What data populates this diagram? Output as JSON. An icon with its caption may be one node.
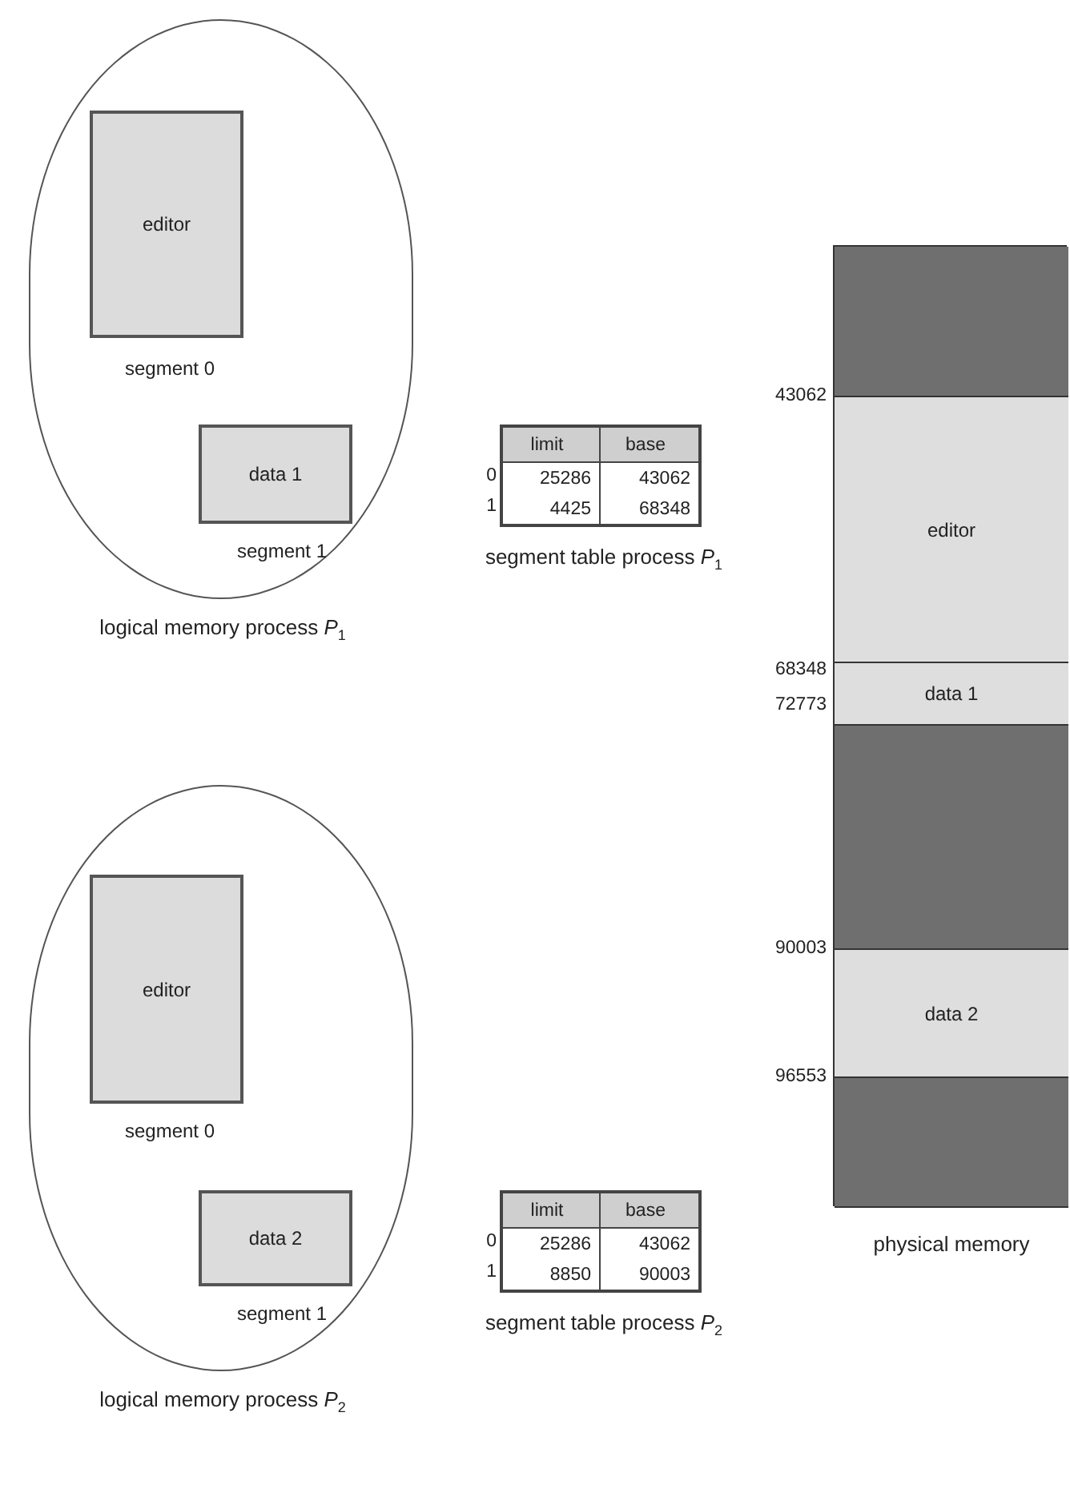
{
  "diagram": {
    "nodes": [
      {
        "text": [
          "logical memory process *P*$_{1}$"
        ]
      },
      {
        "text": [
          "editor"
        ],
        "in": 0,
        "beside": [
          "segment 0"
        ]
      },
      {
        "text": [
          "data 1"
        ],
        "in": 0,
        "beside": [
          "segment 1"
        ]
      },
      {
        "text": [
          "segment table process *P*$_{1}$"
        ]
      },
      {
        "text": [
          "logical memory process *P*$_{2}$"
        ]
      },
      {
        "text": [
          "editor"
        ],
        "in": 4,
        "beside": [
          "segment 0"
        ]
      },
      {
        "text": [
          "data 2"
        ],
        "in": 4,
        "beside": [
          "segment 1"
        ]
      },
      {
        "text": [
          "segment table process *P*$_{2}$"
        ]
      },
      {
        "text": [
          "physical memory"
        ]
      },
      {
        "text": [],
        "shape": "box",
        "in": 8
      },
      {
        "text": [
          "editor"
        ],
        "in": 8
      },
      {
        "text": [
          "data 1"
        ],
        "in": 8
      },
      {
        "text": [],
        "shape": "box",
        "in": 8
      },
      {
        "text": [
          "data 2"
        ],
        "in": 8
      },
      {
        "text": [],
        "shape": "box",
        "in": 8
      }
    ],
    "labels": [
      "limit",
      "base",
      "0",
      "25286",
      "43062",
      "1",
      "4425",
      "68348",
      "limit",
      "base",
      "0",
      "25286",
      "43062",
      "1",
      "8850",
      "90003",
      "43062",
      "68348",
      "72773",
      "90003",
      "96553"
    ]
  }
}
